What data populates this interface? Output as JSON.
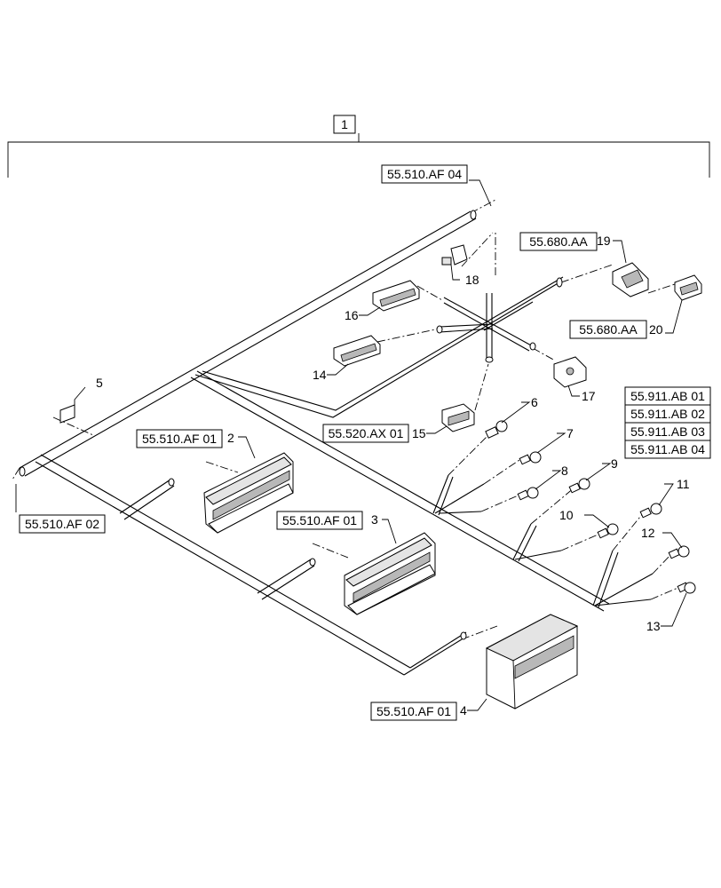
{
  "assembly": {
    "item": "1"
  },
  "references": [
    {
      "id": "ref-af04",
      "text": "55.510.AF 04"
    },
    {
      "id": "ref-af02",
      "text": "55.510.AF 02"
    },
    {
      "id": "ref-680-a",
      "text": "55.680.AA"
    },
    {
      "id": "ref-680-b",
      "text": "55.680.AA"
    },
    {
      "id": "ref-911-1",
      "text": "55.911.AB 01"
    },
    {
      "id": "ref-911-2",
      "text": "55.911.AB 02"
    },
    {
      "id": "ref-911-3",
      "text": "55.911.AB 03"
    },
    {
      "id": "ref-911-4",
      "text": "55.911.AB 04"
    },
    {
      "id": "ref-520",
      "text": "55.520.AX 01"
    },
    {
      "id": "ref-af01-2",
      "text": "55.510.AF 01"
    },
    {
      "id": "ref-af01-3",
      "text": "55.510.AF 01"
    },
    {
      "id": "ref-af01-4",
      "text": "55.510.AF 01"
    }
  ],
  "callouts": [
    "2",
    "3",
    "4",
    "5",
    "6",
    "7",
    "8",
    "9",
    "10",
    "11",
    "12",
    "13",
    "14",
    "15",
    "16",
    "17",
    "18",
    "19",
    "20"
  ]
}
